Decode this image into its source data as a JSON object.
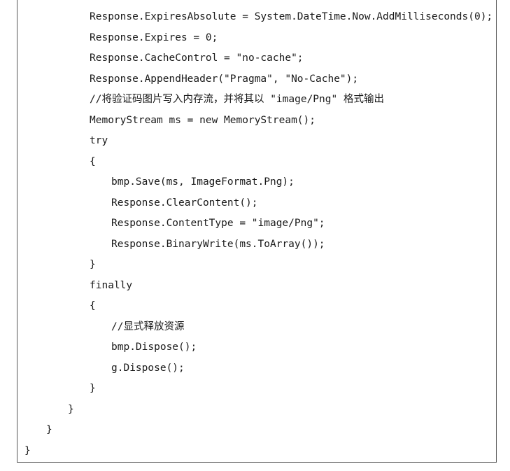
{
  "code": {
    "lines": [
      {
        "indent": 3,
        "text": "Response.ExpiresAbsolute = System.DateTime.Now.AddMilliseconds(0);"
      },
      {
        "indent": 3,
        "text": "Response.Expires = 0;"
      },
      {
        "indent": 3,
        "text": "Response.CacheControl = \"no-cache\";"
      },
      {
        "indent": 3,
        "text": "Response.AppendHeader(\"Pragma\", \"No-Cache\");"
      },
      {
        "indent": 3,
        "text": "//将验证码图片写入内存流，并将其以 \"image/Png\" 格式输出"
      },
      {
        "indent": 3,
        "text": "MemoryStream ms = new MemoryStream();"
      },
      {
        "indent": 3,
        "text": "try"
      },
      {
        "indent": 3,
        "text": "{"
      },
      {
        "indent": 4,
        "text": "bmp.Save(ms, ImageFormat.Png);"
      },
      {
        "indent": 4,
        "text": "Response.ClearContent();"
      },
      {
        "indent": 4,
        "text": "Response.ContentType = \"image/Png\";"
      },
      {
        "indent": 4,
        "text": "Response.BinaryWrite(ms.ToArray());"
      },
      {
        "indent": 3,
        "text": "}"
      },
      {
        "indent": 3,
        "text": "finally"
      },
      {
        "indent": 3,
        "text": "{"
      },
      {
        "indent": 4,
        "text": "//显式释放资源"
      },
      {
        "indent": 4,
        "text": "bmp.Dispose();"
      },
      {
        "indent": 4,
        "text": "g.Dispose();"
      },
      {
        "indent": 3,
        "text": "}"
      },
      {
        "indent": 2,
        "text": "}"
      },
      {
        "indent": 1,
        "text": "}"
      },
      {
        "indent": 0,
        "text": "}"
      }
    ]
  }
}
